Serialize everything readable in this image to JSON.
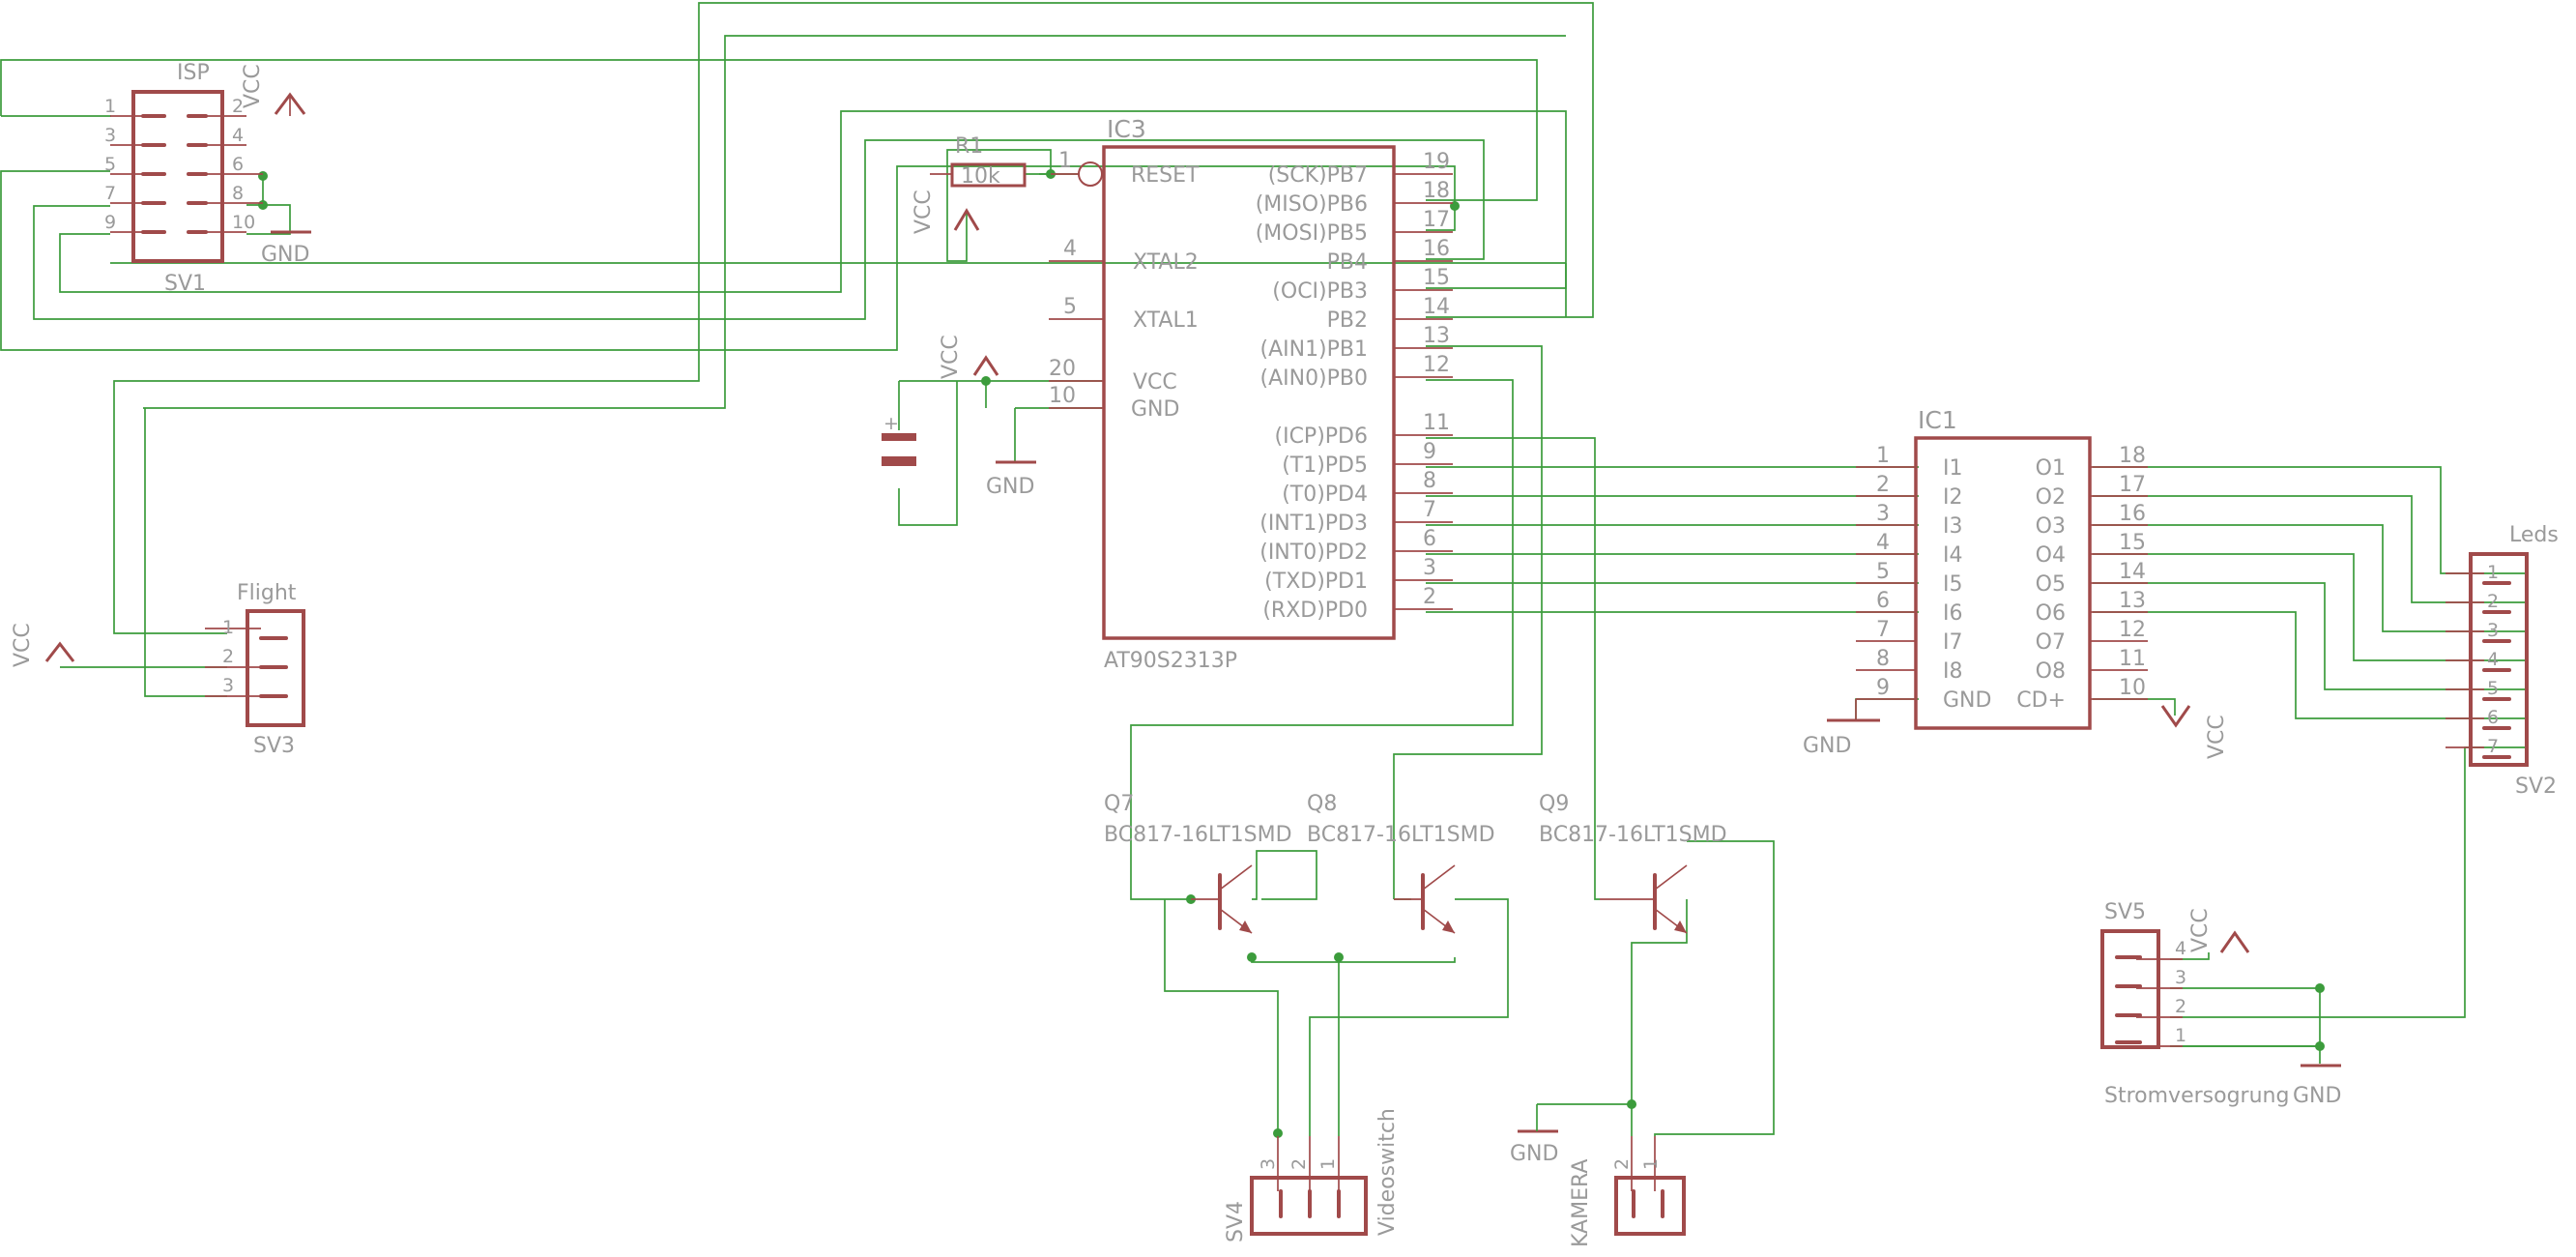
{
  "parts": {
    "sv1": {
      "name": "SV1",
      "value": "ISP",
      "pins": [
        "1",
        "2",
        "3",
        "4",
        "5",
        "6",
        "7",
        "8",
        "9",
        "10"
      ],
      "vcc": "VCC",
      "gnd": "GND"
    },
    "r1": {
      "name": "R1",
      "value": "10k",
      "vcc": "VCC"
    },
    "ic3": {
      "name": "IC3",
      "value": "AT90S2313P",
      "left_pins": [
        {
          "num": "1",
          "label": "RESET"
        },
        {
          "num": "4",
          "label": "XTAL2"
        },
        {
          "num": "5",
          "label": "XTAL1"
        },
        {
          "num": "20",
          "label": "VCC"
        },
        {
          "num": "10",
          "label": "GND"
        }
      ],
      "right_pins": [
        {
          "num": "19",
          "label": "(SCK)PB7"
        },
        {
          "num": "18",
          "label": "(MISO)PB6"
        },
        {
          "num": "17",
          "label": "(MOSI)PB5"
        },
        {
          "num": "16",
          "label": "PB4"
        },
        {
          "num": "15",
          "label": "(OCI)PB3"
        },
        {
          "num": "14",
          "label": "PB2"
        },
        {
          "num": "13",
          "label": "(AIN1)PB1"
        },
        {
          "num": "12",
          "label": "(AIN0)PB0"
        },
        {
          "num": "11",
          "label": "(ICP)PD6"
        },
        {
          "num": "9",
          "label": "(T1)PD5"
        },
        {
          "num": "8",
          "label": "(T0)PD4"
        },
        {
          "num": "7",
          "label": "(INT1)PD3"
        },
        {
          "num": "6",
          "label": "(INT0)PD2"
        },
        {
          "num": "3",
          "label": "(TXD)PD1"
        },
        {
          "num": "2",
          "label": "(RXD)PD0"
        }
      ],
      "vcc": "VCC",
      "gnd": "GND"
    },
    "ic1": {
      "name": "IC1",
      "left_pins": [
        {
          "num": "1",
          "label": "I1"
        },
        {
          "num": "2",
          "label": "I2"
        },
        {
          "num": "3",
          "label": "I3"
        },
        {
          "num": "4",
          "label": "I4"
        },
        {
          "num": "5",
          "label": "I5"
        },
        {
          "num": "6",
          "label": "I6"
        },
        {
          "num": "7",
          "label": "I7"
        },
        {
          "num": "8",
          "label": "I8"
        },
        {
          "num": "9",
          "label": "GND"
        }
      ],
      "right_pins": [
        {
          "num": "18",
          "label": "O1"
        },
        {
          "num": "17",
          "label": "O2"
        },
        {
          "num": "16",
          "label": "O3"
        },
        {
          "num": "15",
          "label": "O4"
        },
        {
          "num": "14",
          "label": "O5"
        },
        {
          "num": "13",
          "label": "O6"
        },
        {
          "num": "12",
          "label": "O7"
        },
        {
          "num": "11",
          "label": "O8"
        },
        {
          "num": "10",
          "label": "CD+"
        }
      ],
      "gnd": "GND",
      "vcc": "VCC"
    },
    "sv3": {
      "name": "SV3",
      "value": "Flight",
      "pins": [
        "1",
        "2",
        "3"
      ],
      "vcc": "VCC"
    },
    "sv2": {
      "name": "SV2",
      "value": "Leds",
      "pins": [
        "1",
        "2",
        "3",
        "4",
        "5",
        "6",
        "7"
      ]
    },
    "sv5": {
      "name": "SV5",
      "value": "Stromversogrung",
      "pins": [
        "4",
        "3",
        "2",
        "1"
      ],
      "vcc": "VCC",
      "gnd": "GND"
    },
    "sv4": {
      "name": "SV4",
      "value": "Videoswitch",
      "pins": [
        "3",
        "2",
        "1"
      ]
    },
    "kamera": {
      "value": "KAMERA",
      "pins": [
        "2",
        "1"
      ],
      "gnd": "GND"
    },
    "q7": {
      "name": "Q7",
      "value": "BC817-16LT1SMD"
    },
    "q8": {
      "name": "Q8",
      "value": "BC817-16LT1SMD"
    },
    "q9": {
      "name": "Q9",
      "value": "BC817-16LT1SMD"
    }
  }
}
